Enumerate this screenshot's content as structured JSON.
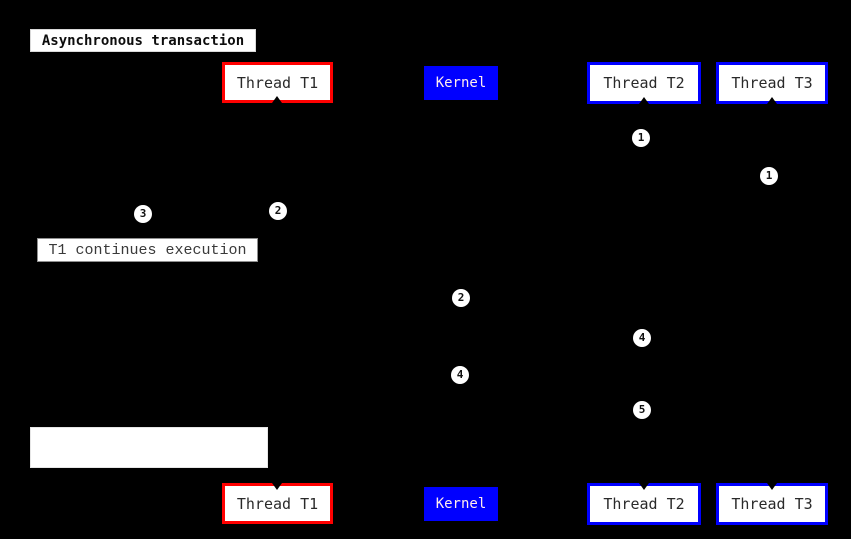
{
  "title": "Asynchronous transaction",
  "participants": [
    "Thread T1",
    "Kernel",
    "Thread T2",
    "Thread T3"
  ],
  "notes": {
    "t1_continues": "T1 continues execution",
    "blank": ""
  },
  "markers": [
    {
      "label": "1"
    },
    {
      "label": "1"
    },
    {
      "label": "2"
    },
    {
      "label": "3"
    },
    {
      "label": "2"
    },
    {
      "label": "4"
    },
    {
      "label": "4"
    },
    {
      "label": "5"
    }
  ],
  "colors": {
    "background": "#000000",
    "thread_t1_border": "#ff0000",
    "thread_border": "#0000ff",
    "kernel_background": "#0000ff",
    "kernel_text": "#ffecec",
    "box_background": "#ffffff"
  }
}
